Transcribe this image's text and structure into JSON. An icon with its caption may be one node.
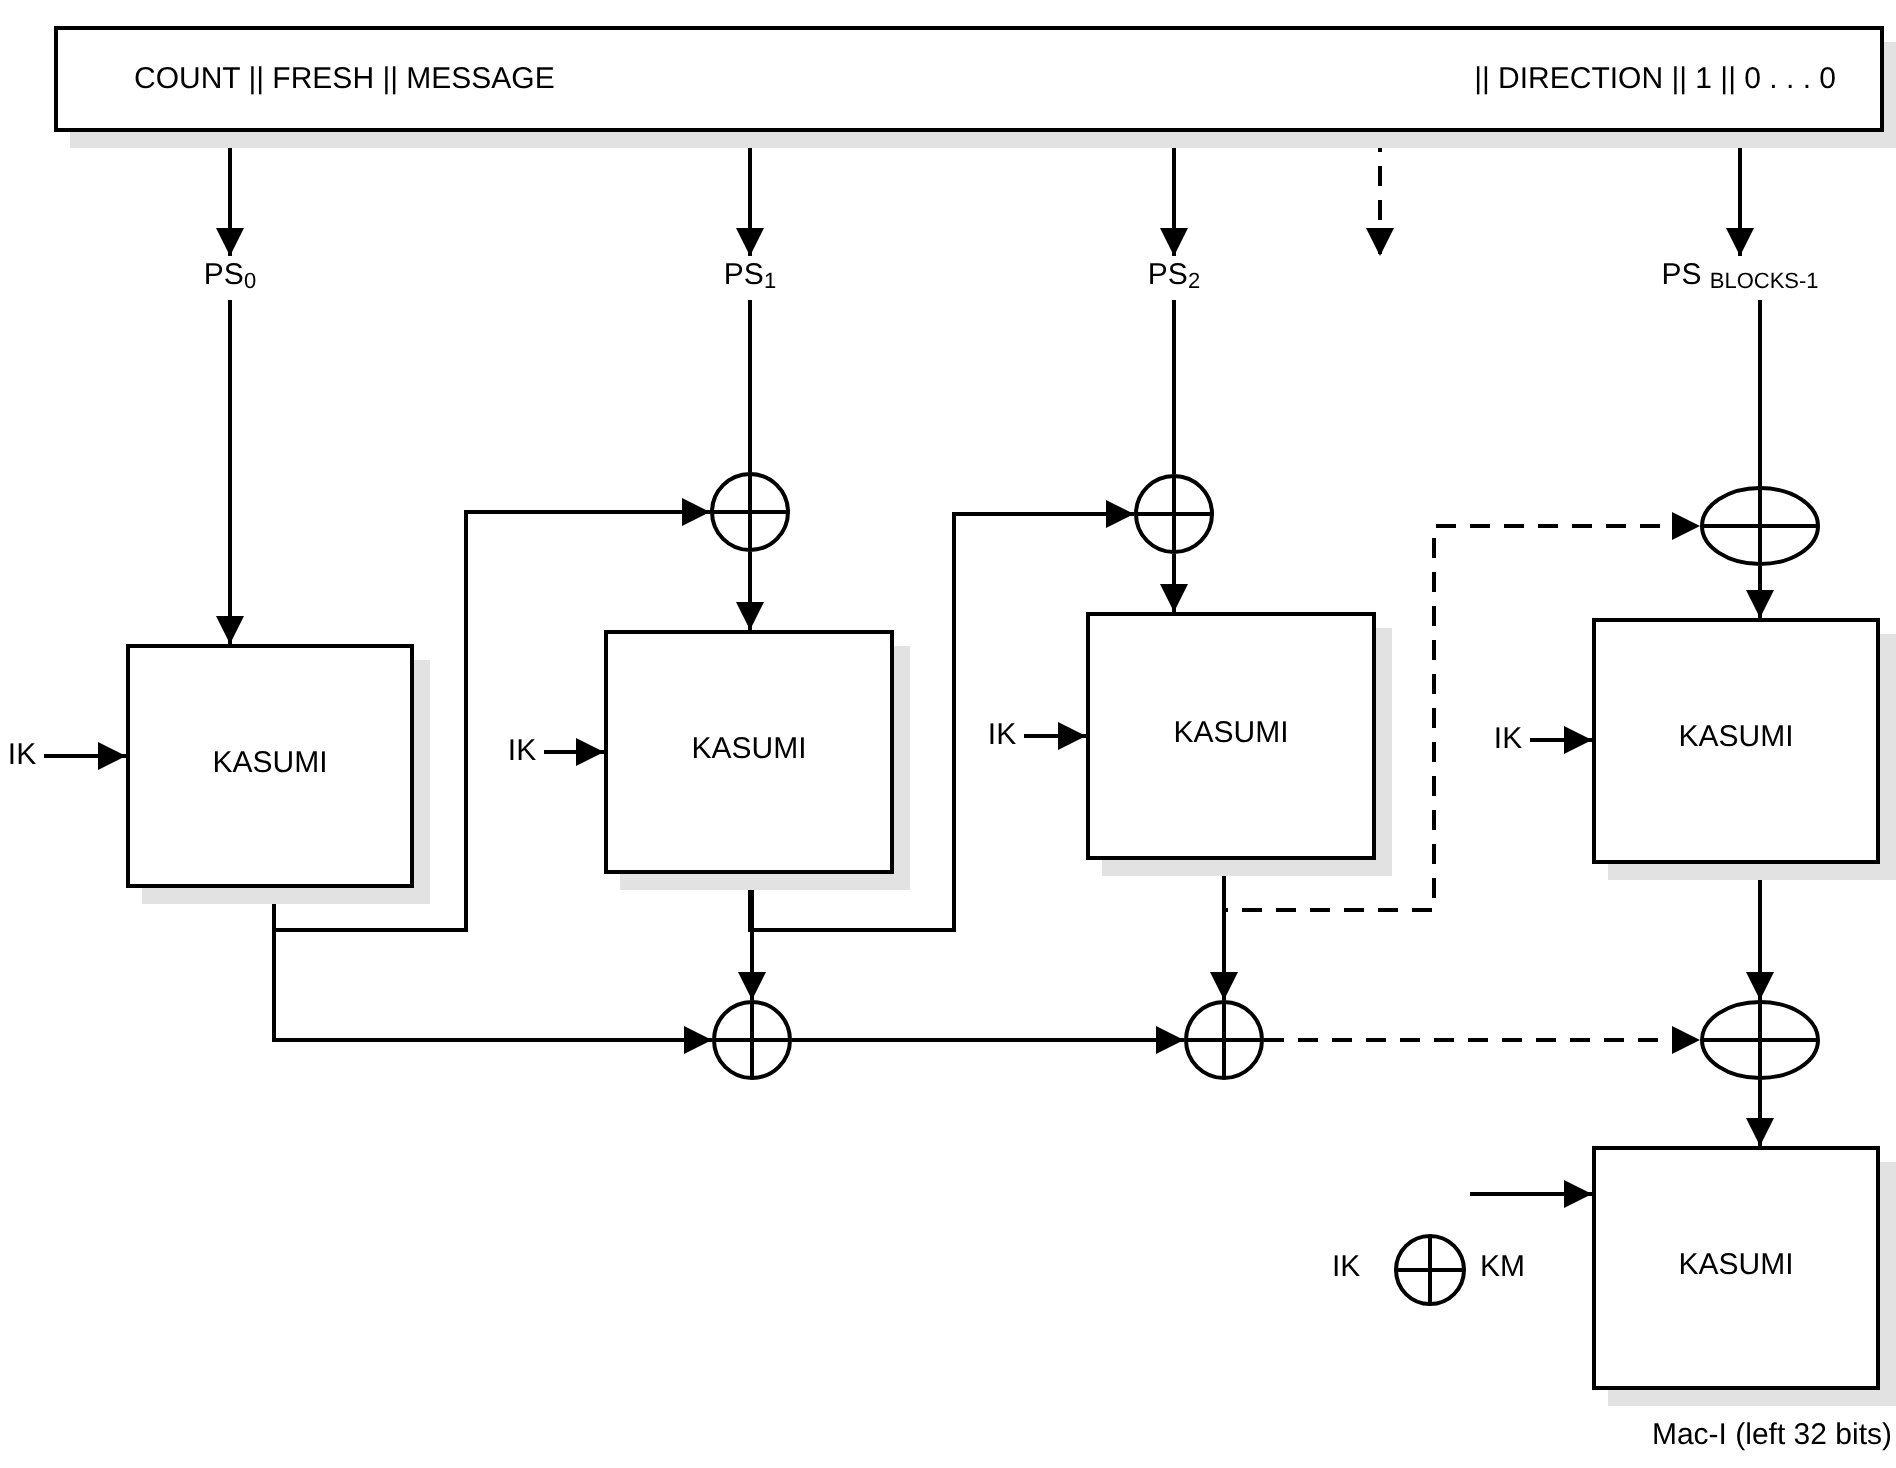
{
  "diagram": {
    "nodes": [
      {
        "text": [
          "COUNT || FRESH || MESSAGE",
          "|| DIRECTION || 1 || 0 . . . 0"
        ]
      },
      {
        "text": [
          "PS$_{0}$"
        ]
      },
      {
        "text": [
          "PS$_{1}$"
        ]
      },
      {
        "text": [
          "PS$_{2}$"
        ]
      },
      {
        "text": [
          "PS $_{BLOCKS-1}$"
        ]
      },
      {
        "text": [],
        "shape": "circle"
      },
      {
        "text": [],
        "shape": "circle"
      },
      {
        "text": [],
        "shape": "circle"
      },
      {
        "text": [
          "IK"
        ]
      },
      {
        "text": [
          "KASUMI"
        ]
      },
      {
        "text": [
          "IK"
        ]
      },
      {
        "text": [
          "KASUMI"
        ]
      },
      {
        "text": [
          "IK"
        ]
      },
      {
        "text": [
          "KASUMI"
        ]
      },
      {
        "text": [
          "IK"
        ]
      },
      {
        "text": [
          "KASUMI"
        ]
      },
      {
        "text": [],
        "shape": "circle"
      },
      {
        "text": [],
        "shape": "circle"
      },
      {
        "text": [],
        "shape": "circle"
      },
      {
        "text": [
          "KASUMI"
        ],
        "beside": [
          "Mac-I (left 32 bits)"
        ]
      }
    ],
    "edges": [
      {
        "from": 0,
        "to": 1,
        "arrow": "to"
      },
      {
        "from": 0,
        "to": 2,
        "arrow": "to"
      },
      {
        "from": 0,
        "to": 3,
        "arrow": "to"
      },
      {
        "from": 0,
        "to": null,
        "arrow": "to",
        "style": "dashed"
      },
      {
        "from": 0,
        "to": 4,
        "arrow": "to"
      },
      {
        "from": 1,
        "to": 9,
        "arrow": "to"
      },
      {
        "from": 2,
        "to": 5,
        "arrow": "none"
      },
      {
        "from": 3,
        "to": 6,
        "arrow": "none"
      },
      {
        "from": 4,
        "to": 7,
        "arrow": "none"
      },
      {
        "from": 5,
        "to": 11,
        "arrow": "to"
      },
      {
        "from": 6,
        "to": 13,
        "arrow": "to"
      },
      {
        "from": 7,
        "to": 15,
        "arrow": "to"
      },
      {
        "from": 8,
        "to": 9,
        "arrow": "to"
      },
      {
        "from": 10,
        "to": 11,
        "arrow": "to"
      },
      {
        "from": 12,
        "to": 13,
        "arrow": "to"
      },
      {
        "from": 14,
        "to": 15,
        "arrow": "to"
      },
      {
        "from": 9,
        "to": 5,
        "arrow": "to"
      },
      {
        "from": 9,
        "to": 16,
        "arrow": "to"
      },
      {
        "from": 11,
        "to": 6,
        "arrow": "to"
      },
      {
        "from": 11,
        "to": 16,
        "arrow": "to"
      },
      {
        "from": 13,
        "to": 7,
        "arrow": "to",
        "style": "dashed"
      },
      {
        "from": 13,
        "to": 17,
        "arrow": "to"
      },
      {
        "from": 15,
        "to": 18,
        "arrow": "to"
      },
      {
        "from": 16,
        "to": 17,
        "arrow": "to"
      },
      {
        "from": 17,
        "to": 18,
        "arrow": "to",
        "style": "dashed"
      },
      {
        "from": 18,
        "to": 19,
        "arrow": "to"
      },
      {
        "from": null,
        "to": 19,
        "arrow": "to"
      }
    ],
    "labels": [
      "IK",
      "KM"
    ]
  }
}
